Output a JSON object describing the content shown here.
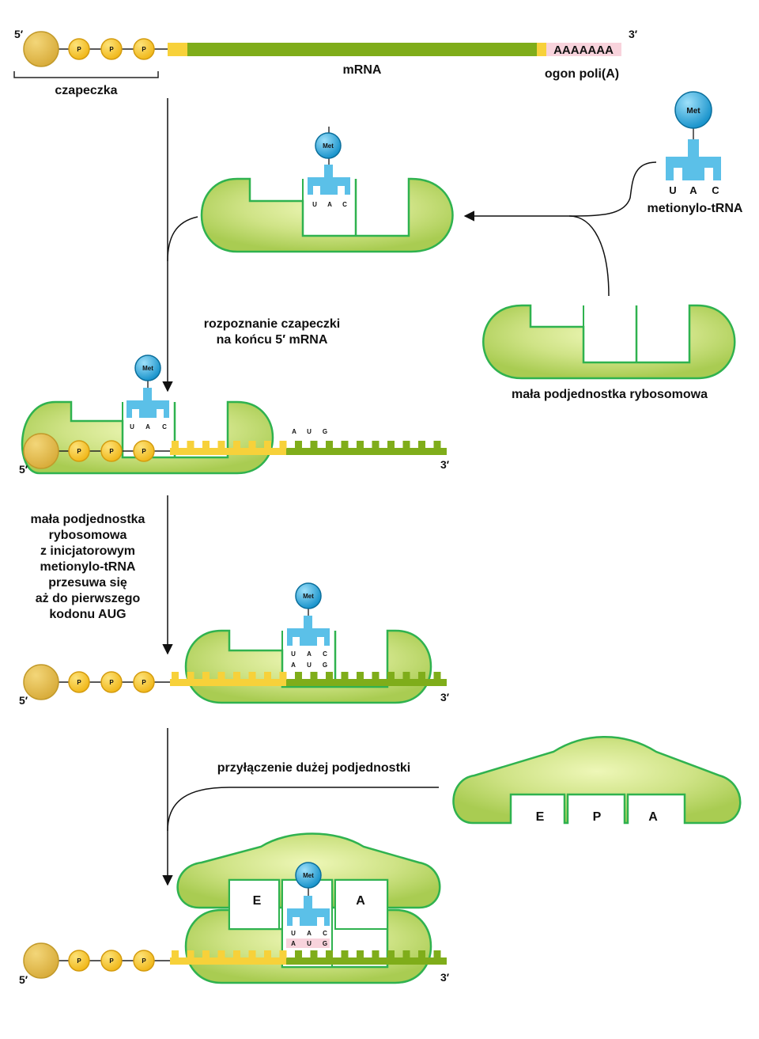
{
  "labels": {
    "five_prime": "5′",
    "three_prime": "3′",
    "cap": "czapeczka",
    "mrna": "mRNA",
    "polya_tail": "ogon poli(A)",
    "polya_seq": "AAAAAAA",
    "phosphate": "P",
    "met": "Met",
    "met_trna": "metionylo-tRNA",
    "small_subunit": "mała podjednostka rybosomowa",
    "cap_recognition_1": "rozpoznanie czapeczki",
    "cap_recognition_2": "na końcu 5′ mRNA",
    "scan_1": "mała podjednostka",
    "scan_2": "rybosomowa",
    "scan_3": "z inicjatorowym",
    "scan_4": "metionylo-tRNA",
    "scan_5": "przesuwa się",
    "scan_6": "aż do pierwszego",
    "scan_7": "kodonu AUG",
    "large_join": "przyłączenie dużej podjednostki",
    "site_e": "E",
    "site_p": "P",
    "site_a": "A"
  },
  "anticodon": [
    "U",
    "A",
    "C"
  ],
  "codon": [
    "A",
    "U",
    "G"
  ],
  "colors": {
    "cap": "#e9c35a",
    "phosphate": "#f7c531",
    "mrna_green": "#7fad1a",
    "utr_yellow": "#f7d13a",
    "polya_pink": "#f8d3dc",
    "ribosome_fill": "#c8e07a",
    "ribosome_stroke": "#2fb24f",
    "trna": "#5bc0e8",
    "met_ball": "#2aa7de"
  }
}
